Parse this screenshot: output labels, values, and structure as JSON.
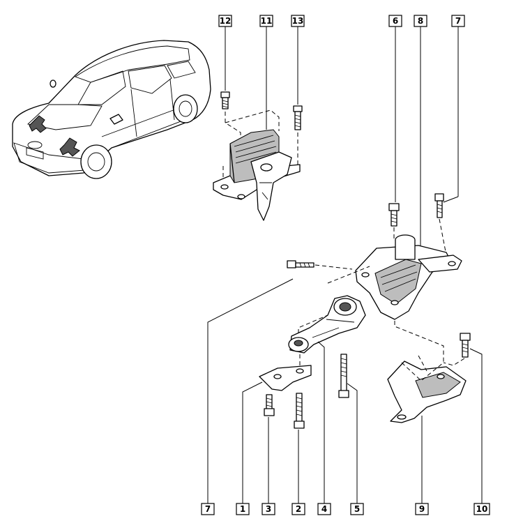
{
  "diagram": {
    "callouts": [
      {
        "id": "c12",
        "label": "12"
      },
      {
        "id": "c11",
        "label": "11"
      },
      {
        "id": "c13",
        "label": "13"
      },
      {
        "id": "c6",
        "label": "6"
      },
      {
        "id": "c8",
        "label": "8"
      },
      {
        "id": "c7a",
        "label": "7"
      },
      {
        "id": "c7b",
        "label": "7"
      },
      {
        "id": "c1",
        "label": "1"
      },
      {
        "id": "c3",
        "label": "3"
      },
      {
        "id": "c2",
        "label": "2"
      },
      {
        "id": "c4",
        "label": "4"
      },
      {
        "id": "c5",
        "label": "5"
      },
      {
        "id": "c9",
        "label": "9"
      },
      {
        "id": "c10",
        "label": "10"
      }
    ]
  }
}
